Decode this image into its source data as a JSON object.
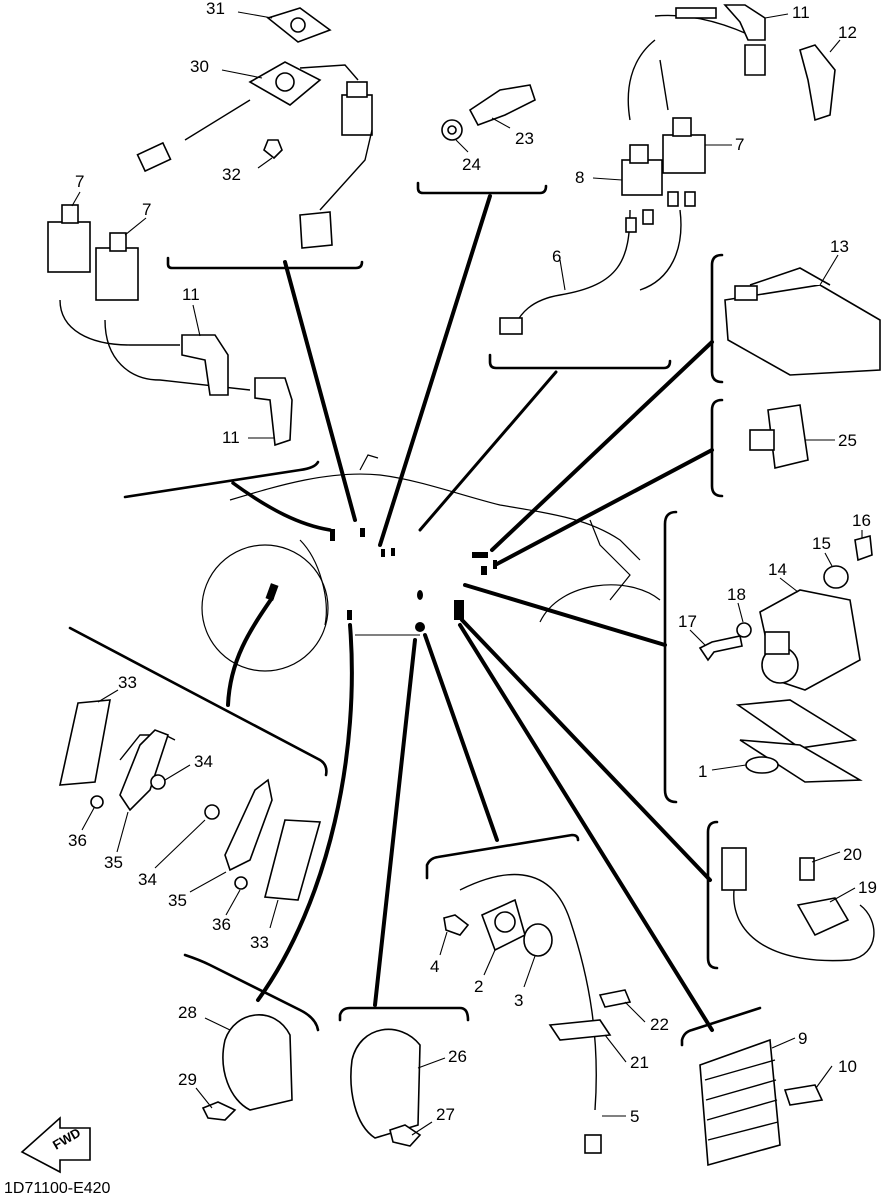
{
  "diagram": {
    "code": "1D71100-E420",
    "fwd_label": "FWD",
    "callouts": [
      {
        "id": "c31",
        "text": "31"
      },
      {
        "id": "c30",
        "text": "30"
      },
      {
        "id": "c32",
        "text": "32"
      },
      {
        "id": "c23",
        "text": "23"
      },
      {
        "id": "c24",
        "text": "24"
      },
      {
        "id": "c11a",
        "text": "11"
      },
      {
        "id": "c12",
        "text": "12"
      },
      {
        "id": "c7a",
        "text": "7"
      },
      {
        "id": "c8",
        "text": "8"
      },
      {
        "id": "c6",
        "text": "6"
      },
      {
        "id": "c7b",
        "text": "7"
      },
      {
        "id": "c7c",
        "text": "7"
      },
      {
        "id": "c11b",
        "text": "11"
      },
      {
        "id": "c11c",
        "text": "11"
      },
      {
        "id": "c13",
        "text": "13"
      },
      {
        "id": "c25",
        "text": "25"
      },
      {
        "id": "c16",
        "text": "16"
      },
      {
        "id": "c15",
        "text": "15"
      },
      {
        "id": "c14",
        "text": "14"
      },
      {
        "id": "c17",
        "text": "17"
      },
      {
        "id": "c18",
        "text": "18"
      },
      {
        "id": "c1",
        "text": "1"
      },
      {
        "id": "c33a",
        "text": "33"
      },
      {
        "id": "c34a",
        "text": "34"
      },
      {
        "id": "c36a",
        "text": "36"
      },
      {
        "id": "c35a",
        "text": "35"
      },
      {
        "id": "c34b",
        "text": "34"
      },
      {
        "id": "c35b",
        "text": "35"
      },
      {
        "id": "c36b",
        "text": "36"
      },
      {
        "id": "c33b",
        "text": "33"
      },
      {
        "id": "c20",
        "text": "20"
      },
      {
        "id": "c19",
        "text": "19"
      },
      {
        "id": "c4",
        "text": "4"
      },
      {
        "id": "c2",
        "text": "2"
      },
      {
        "id": "c3",
        "text": "3"
      },
      {
        "id": "c22",
        "text": "22"
      },
      {
        "id": "c21",
        "text": "21"
      },
      {
        "id": "c5",
        "text": "5"
      },
      {
        "id": "c9",
        "text": "9"
      },
      {
        "id": "c10",
        "text": "10"
      },
      {
        "id": "c28",
        "text": "28"
      },
      {
        "id": "c29",
        "text": "29"
      },
      {
        "id": "c26",
        "text": "26"
      },
      {
        "id": "c27",
        "text": "27"
      }
    ]
  }
}
